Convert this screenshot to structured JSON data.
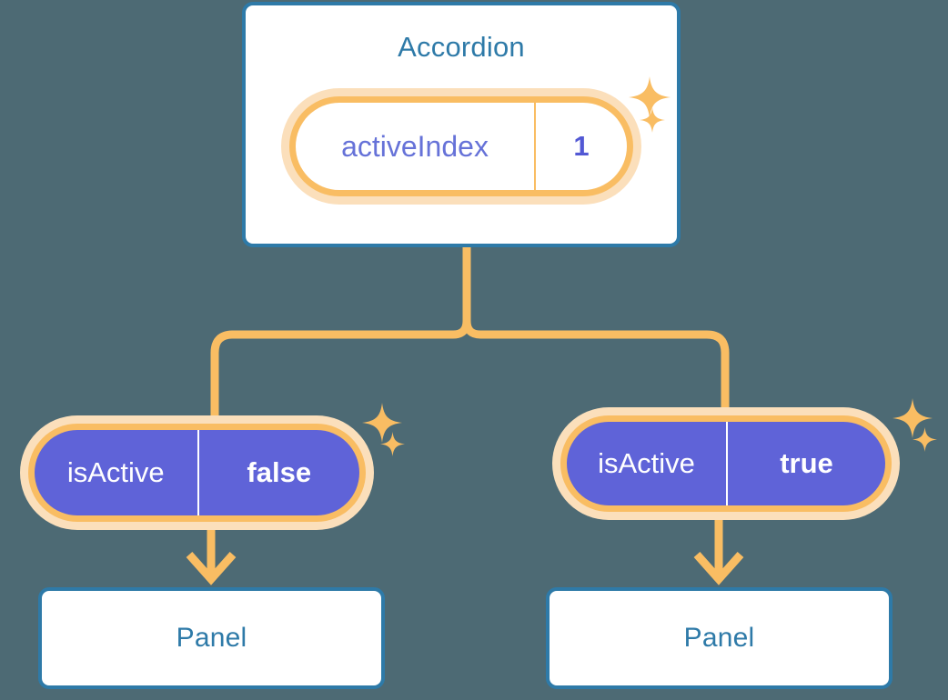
{
  "theme": {
    "background": "#4d6a74",
    "card_border": "#2e7aa8",
    "card_fill": "#ffffff",
    "title_text": "#2e7aa8",
    "ring_outer": "#fbdfbb",
    "ring_inner": "#f9bd63",
    "connector": "#f9bd63",
    "state_fill": "#5f63d8",
    "state_name_text_light": "#6672d8",
    "state_value_text_light": "#5258d4",
    "state_text_solid": "#ffffff"
  },
  "root": {
    "title": "Accordion",
    "state": {
      "name": "activeIndex",
      "value": "1"
    },
    "sparkles": [
      "sparkle-icon",
      "sparkle-icon"
    ]
  },
  "branches": [
    {
      "side": "left",
      "state": {
        "name": "isActive",
        "value": "false"
      },
      "child": {
        "title": "Panel"
      },
      "sparkles": [
        "sparkle-icon",
        "sparkle-icon"
      ],
      "arrow": "arrow-down-icon"
    },
    {
      "side": "right",
      "state": {
        "name": "isActive",
        "value": "true"
      },
      "child": {
        "title": "Panel"
      },
      "sparkles": [
        "sparkle-icon",
        "sparkle-icon"
      ],
      "arrow": "arrow-down-icon"
    }
  ]
}
